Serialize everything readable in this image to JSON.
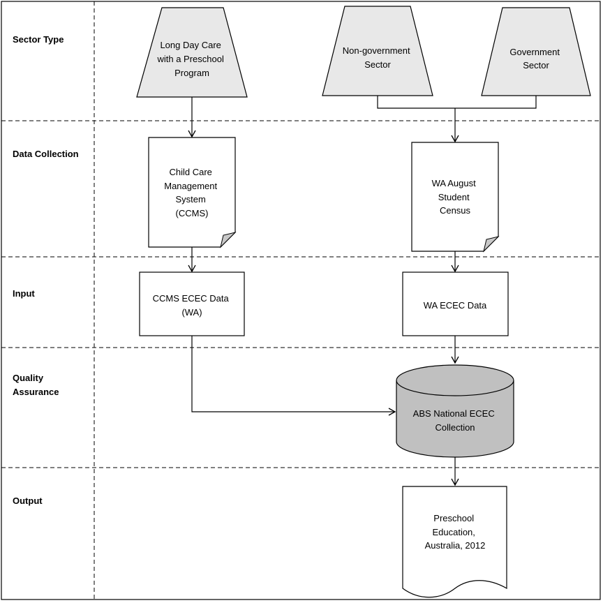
{
  "lanes": [
    {
      "id": "sector-type",
      "label": "Sector Type"
    },
    {
      "id": "data-collection",
      "label": "Data Collection"
    },
    {
      "id": "input",
      "label": "Input"
    },
    {
      "id": "quality-assurance",
      "label": "Quality Assurance",
      "lines": [
        "Quality",
        "Assurance"
      ]
    },
    {
      "id": "output",
      "label": "Output"
    }
  ],
  "nodes": {
    "long_day_care": {
      "shape": "trapezoid",
      "lines": [
        "Long Day Care",
        "with a Preschool",
        "Program"
      ]
    },
    "non_government": {
      "shape": "trapezoid",
      "lines": [
        "Non-government",
        "Sector"
      ]
    },
    "government": {
      "shape": "trapezoid",
      "lines": [
        "Government",
        "Sector"
      ]
    },
    "ccms": {
      "shape": "document",
      "lines": [
        "Child Care",
        "Management",
        "System",
        "(CCMS)"
      ]
    },
    "wa_census": {
      "shape": "document",
      "lines": [
        "WA August",
        "Student",
        "Census"
      ]
    },
    "ccms_ecec": {
      "shape": "process",
      "lines": [
        "CCMS ECEC Data",
        "(WA)"
      ]
    },
    "wa_ecec": {
      "shape": "process",
      "lines": [
        "WA ECEC Data"
      ]
    },
    "abs_national": {
      "shape": "database",
      "lines": [
        "ABS National ECEC",
        "Collection"
      ]
    },
    "preschool_education": {
      "shape": "document",
      "lines": [
        "Preschool",
        "Education,",
        "Australia, 2012"
      ]
    }
  },
  "edges": [
    {
      "from": "long_day_care",
      "to": "ccms"
    },
    {
      "from": "non_government",
      "to": "wa_census"
    },
    {
      "from": "government",
      "to": "wa_census"
    },
    {
      "from": "ccms",
      "to": "ccms_ecec"
    },
    {
      "from": "wa_census",
      "to": "wa_ecec"
    },
    {
      "from": "ccms_ecec",
      "to": "abs_national"
    },
    {
      "from": "wa_ecec",
      "to": "abs_national"
    },
    {
      "from": "abs_national",
      "to": "preschool_education"
    }
  ],
  "colors": {
    "trapezoid_fill": "#e8e8e8",
    "database_fill": "#c0c0c0",
    "stroke": "#000000",
    "background": "#ffffff"
  }
}
